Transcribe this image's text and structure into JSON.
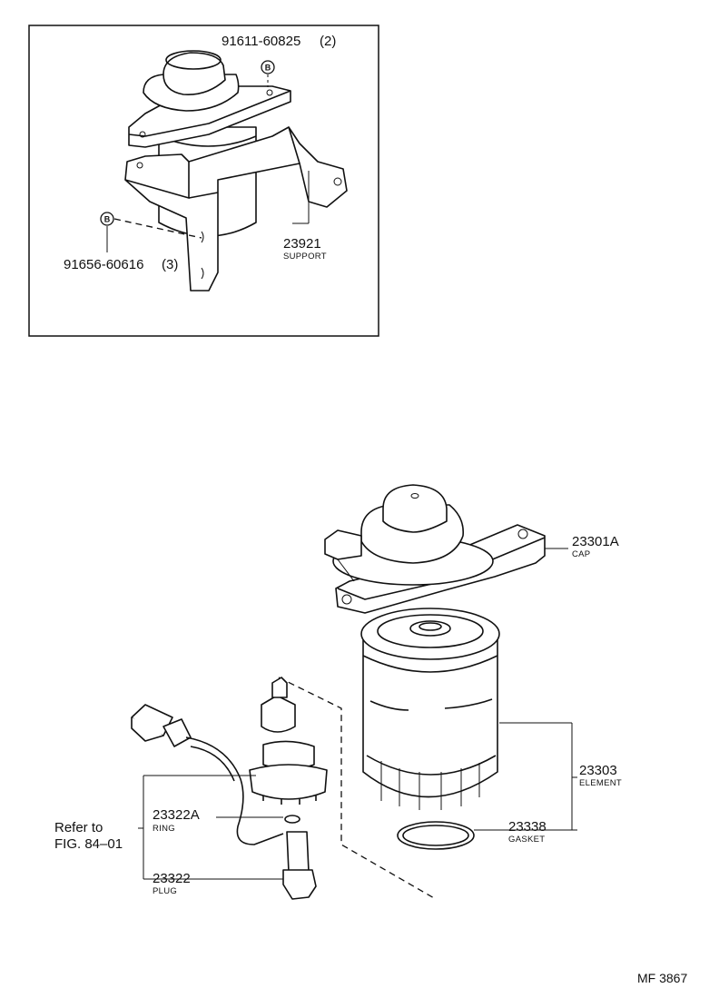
{
  "inset": {
    "callout_top_part": "91611-60825",
    "callout_top_qty": "(2)",
    "callout_left_part": "91656-60616",
    "callout_left_qty": "(3)",
    "support_part": "23921",
    "support_name": "SUPPORT",
    "badge_letter": "B"
  },
  "main": {
    "cap_part": "23301A",
    "cap_name": "CAP",
    "element_part": "23303",
    "element_name": "ELEMENT",
    "gasket_part": "23338",
    "gasket_name": "GASKET",
    "ring_part": "23322A",
    "ring_name": "RING",
    "plug_part": "23322",
    "plug_name": "PLUG",
    "refer_line1": "Refer to",
    "refer_line2": "FIG. 84–01"
  },
  "figure_code": "MF 3867"
}
